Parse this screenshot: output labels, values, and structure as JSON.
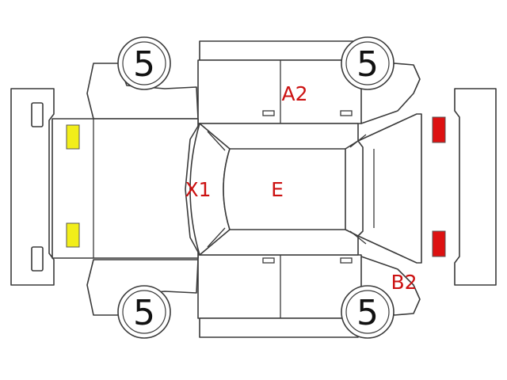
{
  "colors": {
    "outline": "#3a3a3a",
    "damage_code": "#cc1111",
    "front_lamp": "#f2ee1a",
    "rear_lamp": "#dd1111",
    "tread_digit": "#111111"
  },
  "tires": {
    "front_left": "5",
    "rear_left": "5",
    "front_right": "5",
    "rear_right": "5"
  },
  "damage_codes": {
    "rear_right_door": "A2",
    "windshield": "X1",
    "roof": "E",
    "rear_left_quarter": "B2"
  }
}
